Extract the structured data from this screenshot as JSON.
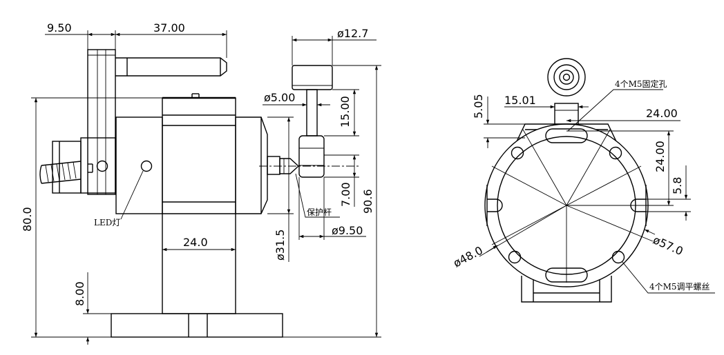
{
  "side_view": {
    "dims": {
      "d_9_50_top": "9.50",
      "d_37_00": "37.00",
      "d_dia_12_7": "ø12.7",
      "d_dia_5_00": "ø5.00",
      "d_15_00": "15.00",
      "d_7_00": "7.00",
      "d_dia_31_5": "ø31.5",
      "d_dia_9_50": "ø9.50",
      "d_90_6": "90.6",
      "d_80_0": "80.0",
      "d_24_0": "24.0",
      "d_8_00": "8.00"
    },
    "labels": {
      "led": "LED灯",
      "guard_rod": "保护杆"
    }
  },
  "front_view": {
    "dims": {
      "d_5_05": "5.05",
      "d_15_01": "15.01",
      "d_24_00_h": "24.00",
      "d_24_00_v": "24.00",
      "d_5_8": "5.8",
      "d_dia_48_0": "ø48.0",
      "d_dia_57_0": "ø57.0"
    },
    "labels": {
      "fix_holes": "4个M5固定孔",
      "level_screws": "4个M5调平螺丝"
    }
  }
}
